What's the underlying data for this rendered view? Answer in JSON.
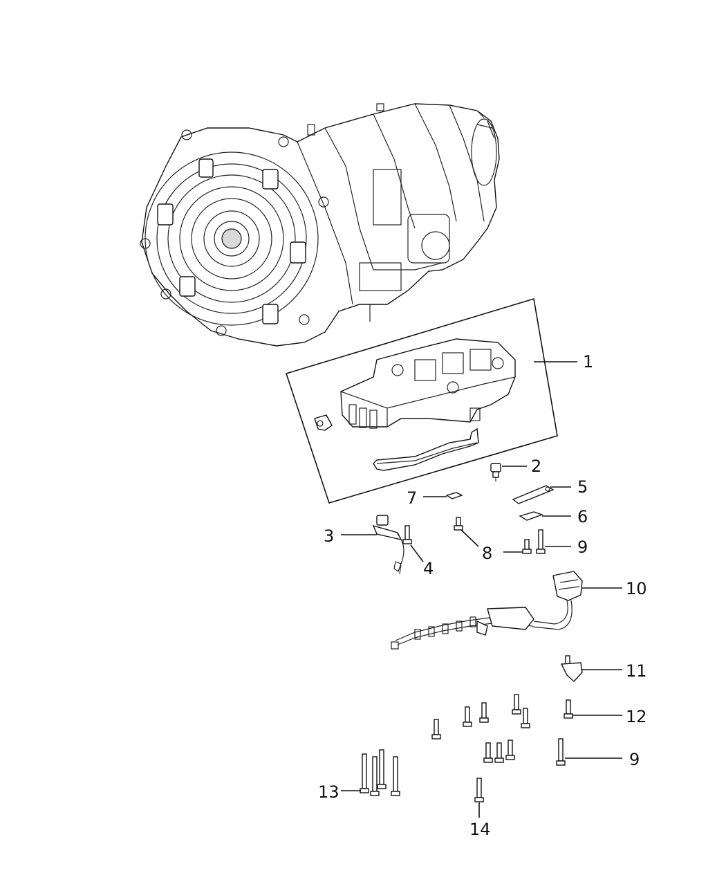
{
  "callouts": {
    "c1": "1",
    "c2": "2",
    "c3": "3",
    "c4": "4",
    "c5": "5",
    "c6": "6",
    "c7": "7",
    "c8": "8",
    "c9a": "9",
    "c9b": "9",
    "c10": "10",
    "c11": "11",
    "c12": "12",
    "c13": "13",
    "c14": "14"
  },
  "parts": {
    "transmission": "transmission-assembly",
    "valve_body": "valve-body-assembly",
    "wiring_harness": "transmission-wiring-harness"
  }
}
